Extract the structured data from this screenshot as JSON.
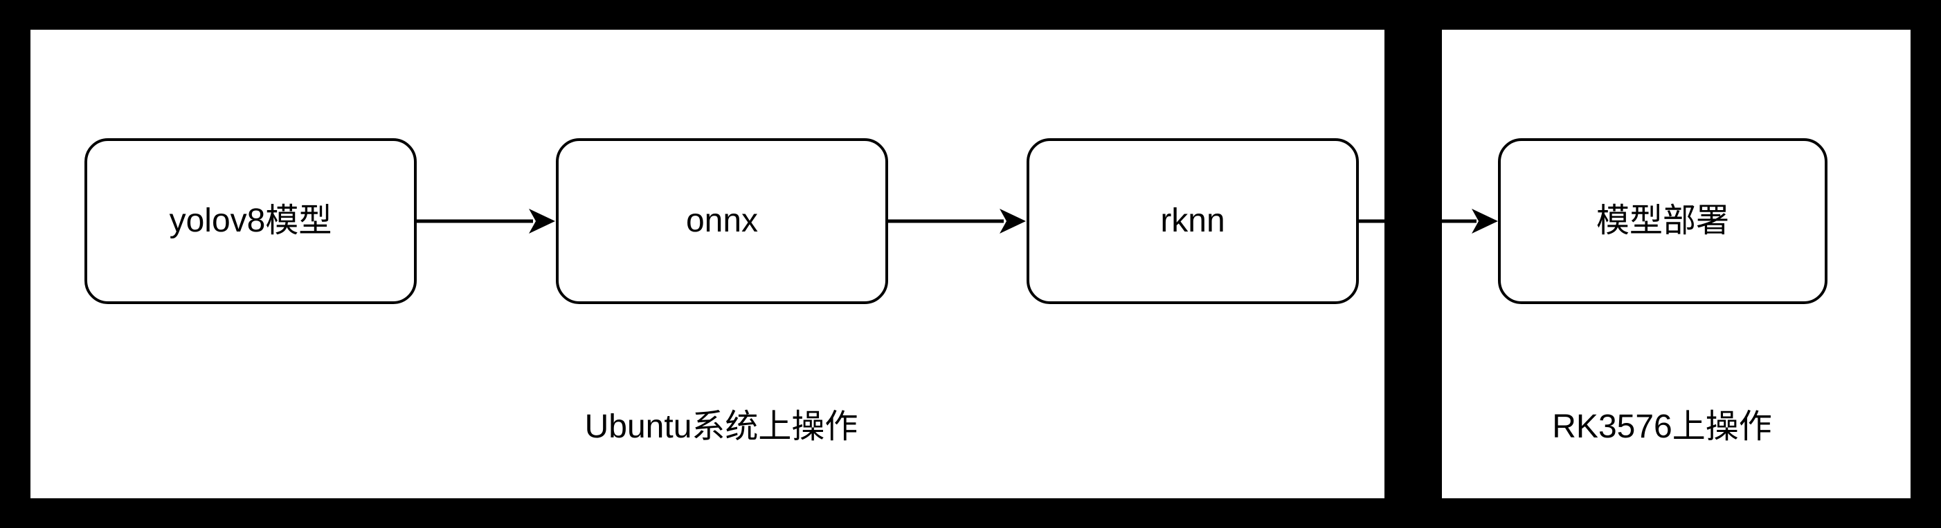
{
  "diagram": {
    "colors": {
      "background": "#000000",
      "panel_background": "#ffffff",
      "stroke": "#000000",
      "text": "#000000"
    },
    "groups": [
      {
        "label": "Ubuntu系统上操作",
        "nodes": [
          {
            "label": "yolov8模型"
          },
          {
            "label": "onnx"
          },
          {
            "label": "rknn"
          }
        ]
      },
      {
        "label": "RK3576上操作",
        "nodes": [
          {
            "label": "模型部署"
          }
        ]
      }
    ]
  }
}
